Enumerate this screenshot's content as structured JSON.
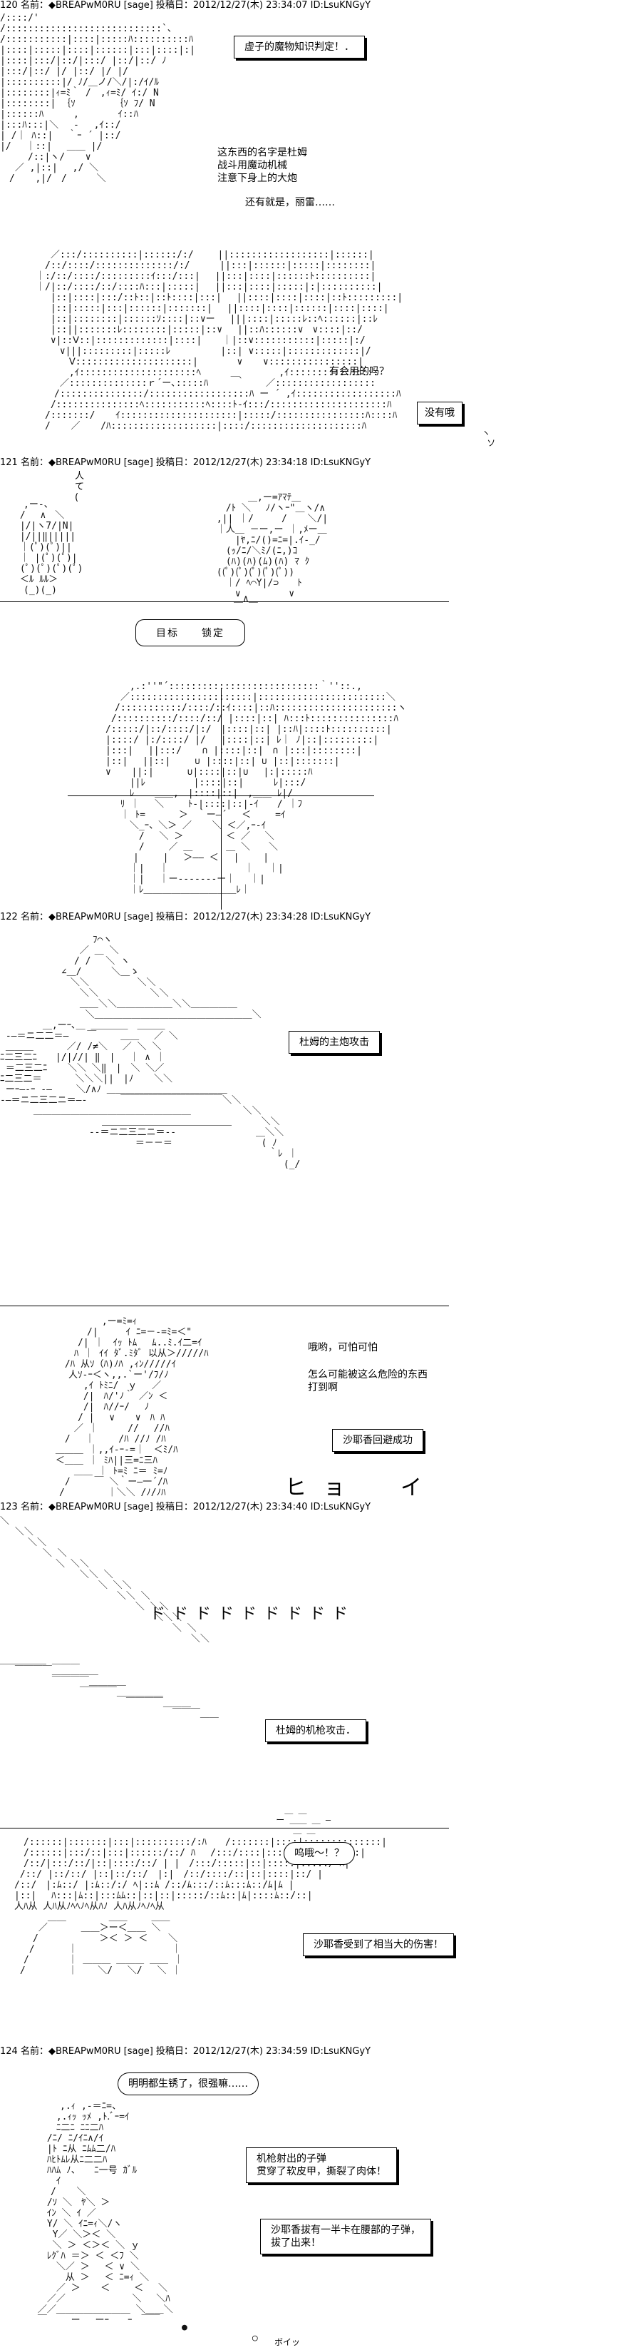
{
  "posts": [
    {
      "header": "120 名前：◆BREAPwM0RU [sage] 投稿日：2012/12/27(木) 23:34:07 ID:LsuKNGyY"
    },
    {
      "header": "121 名前：◆BREAPwM0RU [sage] 投稿日：2012/12/27(木) 23:34:18 ID:LsuKNGyY"
    },
    {
      "header": "122 名前：◆BREAPwM0RU [sage] 投稿日：2012/12/27(木) 23:34:28 ID:LsuKNGyY"
    },
    {
      "header": "123 名前：◆BREAPwM0RU [sage] 投稿日：2012/12/27(木) 23:34:40 ID:LsuKNGyY"
    },
    {
      "header": "124 名前：◆BREAPwM0RU [sage] 投稿日：2012/12/27(木) 23:34:59 ID:LsuKNGyY"
    }
  ],
  "post120": {
    "box_magic": "虚子的魔物知识判定！．",
    "narration": "这东西的名字是杜姆\n战斗用魔动机械\n注意下身上的大炮",
    "aside": "还有就是，丽雷……",
    "question": "有会用的吗？",
    "answer": "没有哦"
  },
  "post121": {
    "shout": "人\n て\n (",
    "target_label": "目标　　锁定"
  },
  "post122": {
    "box_attack": "杜姆的主炮攻击"
  },
  "post122b": {
    "line1": "哦哟，可怕可怕",
    "line2": "怎么可能被这么危险的东西\n打到啊",
    "box_evade": "沙耶香回避成功",
    "sfx": "ヒョ　イ"
  },
  "post123": {
    "sfx_gun": "ドドドドドドドドド",
    "box_mg": "杜姆的机枪攻击．",
    "bubble": "呜哦～！？",
    "box_damage": "沙耶香受到了相当大的伤害！"
  },
  "post124": {
    "bubble": "明明都生锈了，很强嘛……",
    "box_pierce": "机枪射出的子弹\n贯穿了软皮甲，撕裂了肉体！",
    "box_pullout": "沙耶香拔有一半卡在腰部的子弹，\n拔了出来！",
    "sfx_small": "ボイッ"
  }
}
